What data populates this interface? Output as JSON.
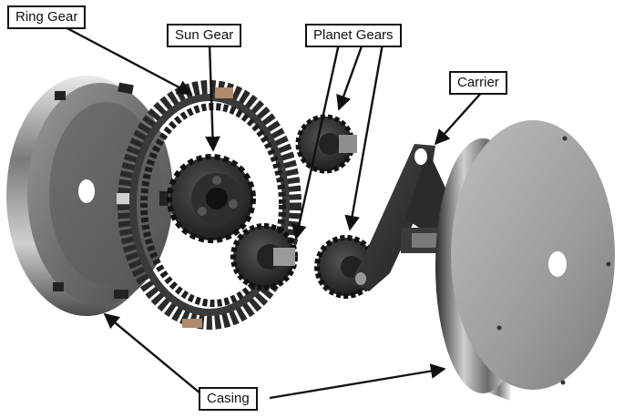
{
  "labels": {
    "ring_gear": "Ring Gear",
    "sun_gear": "Sun Gear",
    "planet_gears": "Planet Gears",
    "carrier": "Carrier",
    "casing": "Casing"
  },
  "colors": {
    "label_border": "#111111",
    "label_background": "#ffffff",
    "gear_dark": "#2a2a2a",
    "metal_light": "#d8d8d8",
    "metal_mid": "#8a8a8a",
    "metal_dark": "#3c3c3c",
    "brass": "#b08a6a"
  }
}
